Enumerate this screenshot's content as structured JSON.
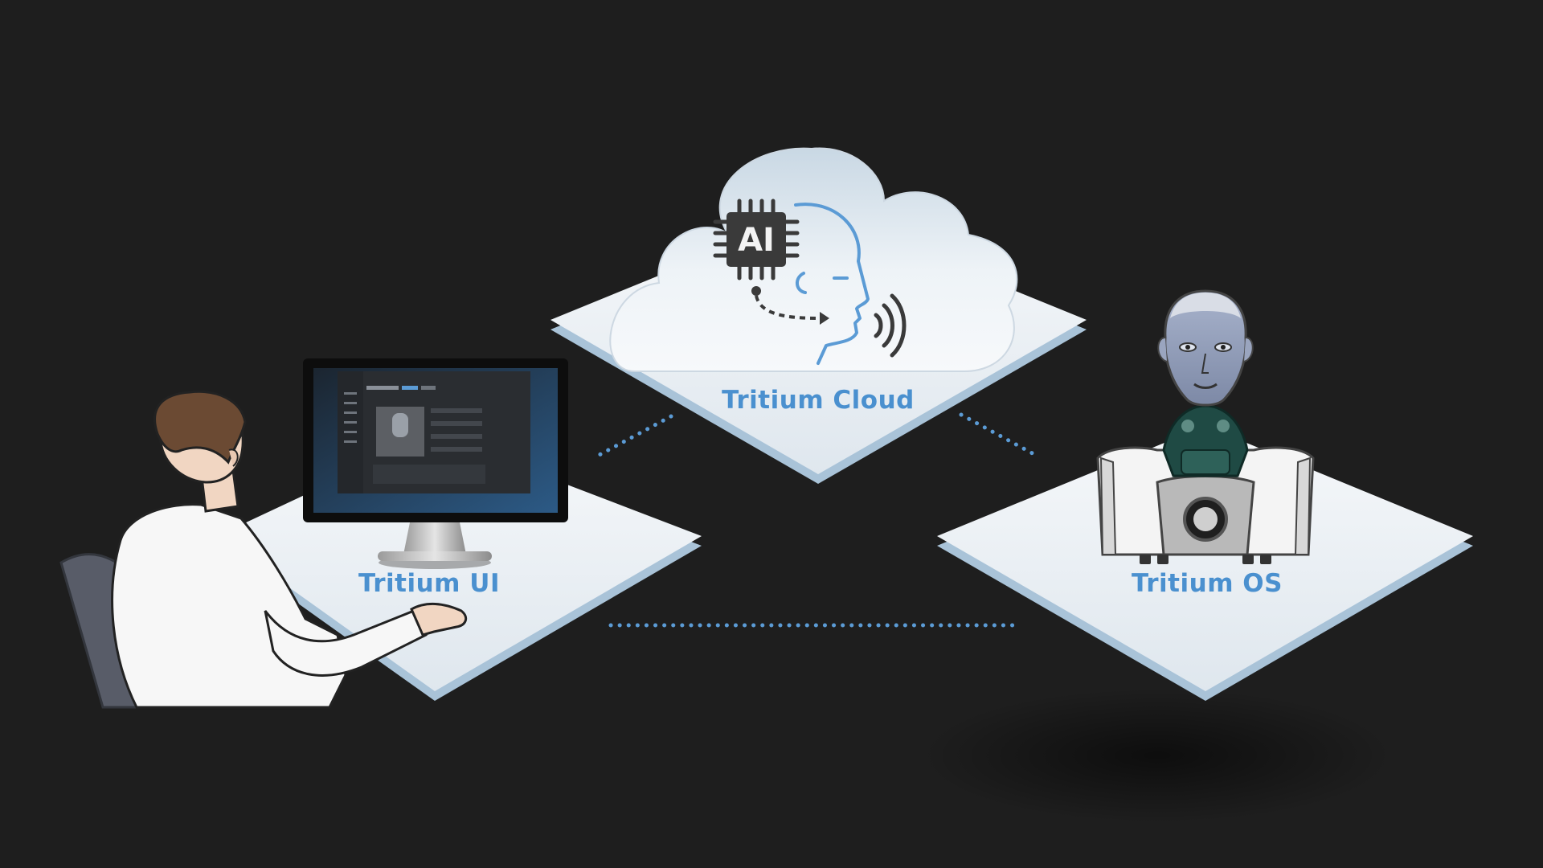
{
  "nodes": {
    "cloud": {
      "label": "Tritium Cloud",
      "chip_text": "AI"
    },
    "ui": {
      "label": "Tritium UI"
    },
    "os": {
      "label": "Tritium OS"
    }
  },
  "icons": [
    "ai-chip-icon",
    "face-profile-icon",
    "sound-waves-icon",
    "dashed-arrow-icon"
  ],
  "colors": {
    "background": "#1e1e1e",
    "label_blue": "#4a90cf",
    "connector_blue": "#5b9bd5",
    "platform_top": "#e9eef3",
    "platform_edge": "#a9c3d8"
  }
}
